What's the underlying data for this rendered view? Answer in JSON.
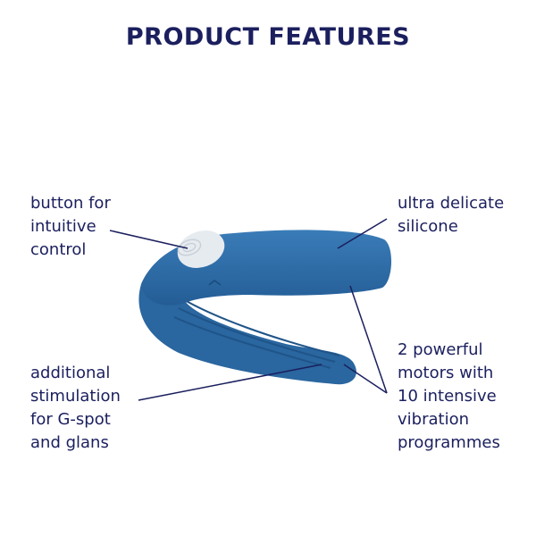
{
  "title": "PRODUCT FEATURES",
  "features": {
    "button": [
      "button for",
      "intuitive",
      "control"
    ],
    "silicone": [
      "ultra delicate",
      "silicone"
    ],
    "stimulation": [
      "additional",
      "stimulation",
      "for G-spot",
      "and glans"
    ],
    "motors": [
      "2 powerful",
      "motors with",
      "10 intensive",
      "vibration",
      "programmes"
    ]
  },
  "colors": {
    "text": "#1b1f5e",
    "product": "#2f6ea8",
    "button": "#e6ebf0"
  }
}
